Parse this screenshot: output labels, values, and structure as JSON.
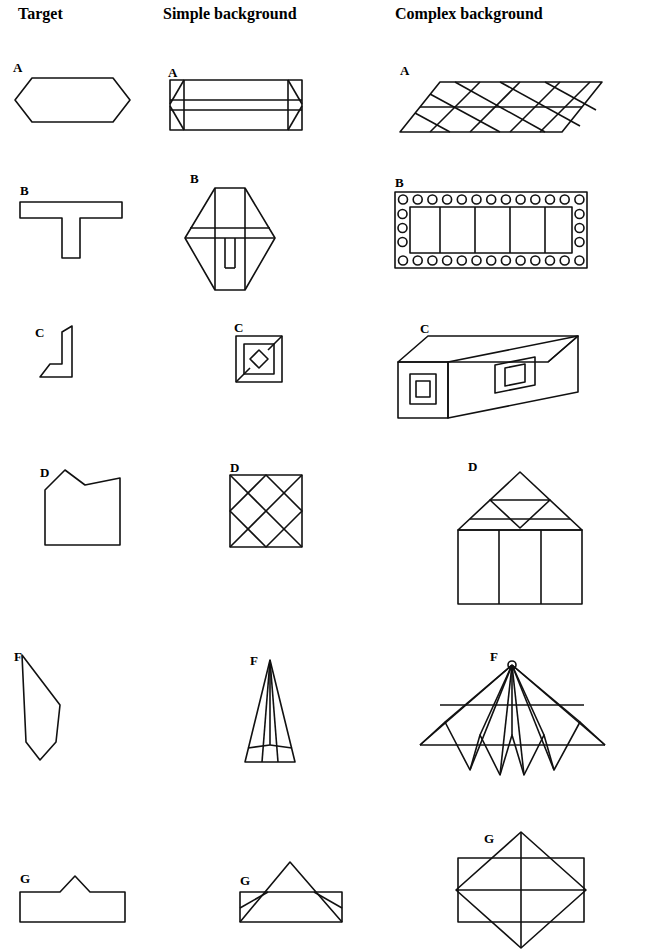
{
  "diagram": {
    "labels": [
      "Target",
      "Simple background",
      "Complex background",
      "A",
      "A",
      "A",
      "B",
      "B",
      "B",
      "C",
      "C",
      "C",
      "D",
      "D",
      "D",
      "F",
      "F",
      "F",
      "G",
      "G",
      "G"
    ]
  }
}
